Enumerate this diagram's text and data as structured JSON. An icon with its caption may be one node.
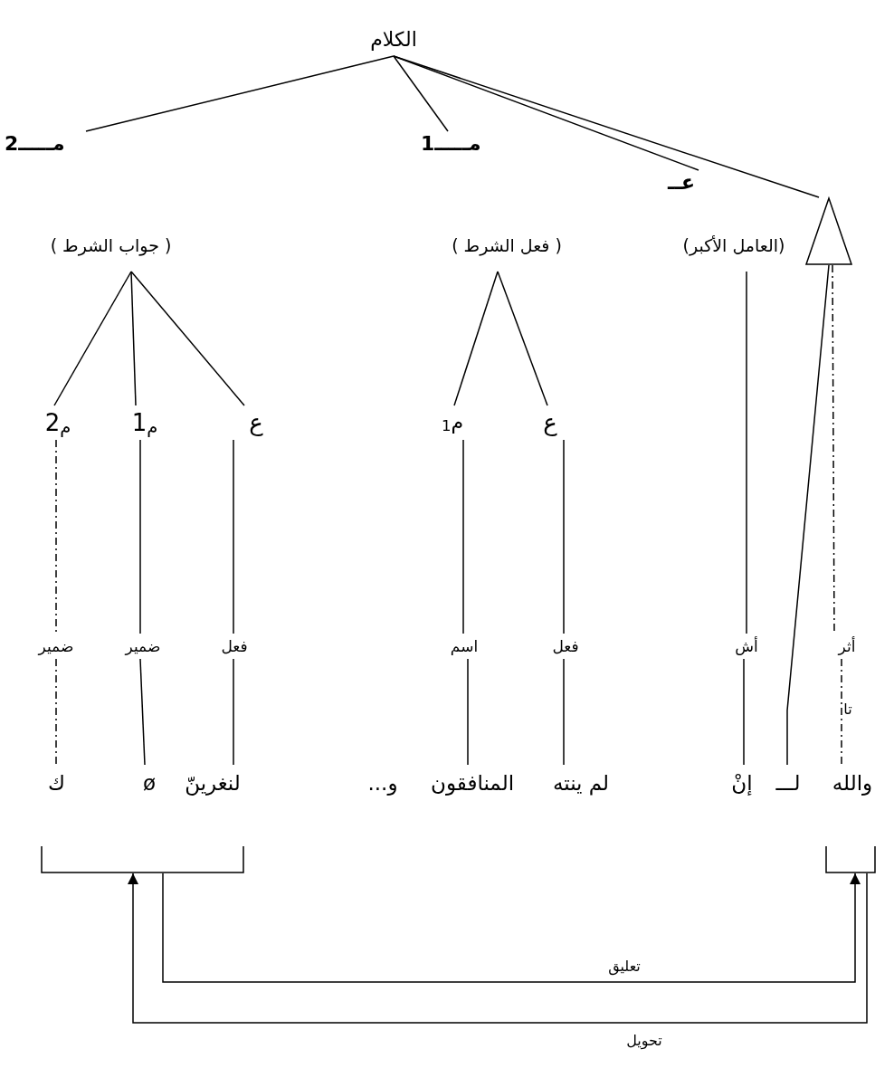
{
  "diagram": {
    "nodes": [
      {
        "text": [
          "الكلام"
        ]
      },
      {
        "text": [
          "مـــــ2",
          "( جواب الشرط )"
        ]
      },
      {
        "text": [
          "مـــــ1",
          "( فعل الشرط )"
        ]
      },
      {
        "text": [
          "عــ",
          "(العامل الأكبر)"
        ]
      },
      {
        "text": [],
        "shape": "triangle"
      },
      {
        "text": [
          "$_{م}$2"
        ]
      },
      {
        "text": [
          "$_{م}$1"
        ]
      },
      {
        "text": [
          "ع"
        ]
      },
      {
        "text": [
          "م$_{1}$"
        ]
      },
      {
        "text": [
          "ع"
        ]
      },
      {
        "text": [
          "ضمير"
        ]
      },
      {
        "text": [
          "ضمير"
        ]
      },
      {
        "text": [
          "فعل"
        ]
      },
      {
        "text": [
          "اسم"
        ]
      },
      {
        "text": [
          "فعل"
        ]
      },
      {
        "text": [
          "أش"
        ]
      },
      {
        "text": [
          "أثر"
        ]
      },
      {
        "text": [
          "ك"
        ]
      },
      {
        "text": [
          "ø"
        ]
      },
      {
        "text": [
          "لنغرينّ"
        ]
      },
      {
        "text": [
          "المنافقون"
        ]
      },
      {
        "text": [
          "لم ينته"
        ]
      },
      {
        "text": [
          "إنْ"
        ]
      },
      {
        "text": [
          "لـــ"
        ]
      },
      {
        "text": [
          "والله"
        ]
      },
      {
        "text": [],
        "shape": "bracket"
      },
      {
        "text": [],
        "shape": "bracket"
      }
    ],
    "edges": [
      {
        "from": 0,
        "to": 1,
        "arrow": "none"
      },
      {
        "from": 0,
        "to": 2,
        "arrow": "none"
      },
      {
        "from": 0,
        "to": 3,
        "arrow": "none"
      },
      {
        "from": 0,
        "to": 4,
        "arrow": "none"
      },
      {
        "from": 1,
        "to": 5,
        "arrow": "none"
      },
      {
        "from": 1,
        "to": 6,
        "arrow": "none"
      },
      {
        "from": 1,
        "to": 7,
        "arrow": "none"
      },
      {
        "from": 2,
        "to": 8,
        "arrow": "none"
      },
      {
        "from": 2,
        "to": 9,
        "arrow": "none"
      },
      {
        "from": 3,
        "to": 15,
        "arrow": "none"
      },
      {
        "from": 4,
        "to": 16,
        "arrow": "none",
        "style": "dashed"
      },
      {
        "from": 5,
        "to": 10,
        "arrow": "none",
        "style": "dashed"
      },
      {
        "from": 6,
        "to": 11,
        "arrow": "none"
      },
      {
        "from": 7,
        "to": 12,
        "arrow": "none"
      },
      {
        "from": 8,
        "to": 13,
        "arrow": "none"
      },
      {
        "from": 9,
        "to": 14,
        "arrow": "none"
      },
      {
        "from": 10,
        "to": 17,
        "arrow": "none",
        "style": "dashed"
      },
      {
        "from": 11,
        "to": 18,
        "arrow": "none"
      },
      {
        "from": 12,
        "to": 19,
        "arrow": "none"
      },
      {
        "from": 13,
        "to": 20,
        "arrow": "none"
      },
      {
        "from": 14,
        "to": 21,
        "arrow": "none"
      },
      {
        "from": 15,
        "to": 22,
        "arrow": "none"
      },
      {
        "from": 16,
        "to": 24,
        "arrow": "none",
        "style": "dashed"
      },
      {
        "from": 4,
        "to": 23,
        "arrow": "none"
      },
      {
        "from": 25,
        "to": 26,
        "arrow": "to",
        "label": "تعليق"
      },
      {
        "from": 26,
        "to": 25,
        "arrow": "to",
        "label": "تحويل"
      }
    ],
    "labels": [
      "تا",
      "و..."
    ]
  }
}
